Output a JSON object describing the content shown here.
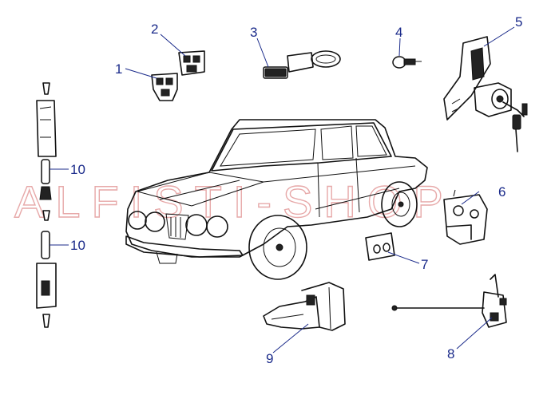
{
  "watermark": "ALFISTI-SHOP",
  "colors": {
    "callout": "#1a2a8a",
    "watermark": "#e7a9a9",
    "ink": "#111111"
  },
  "callouts": [
    {
      "id": "1",
      "label": "1"
    },
    {
      "id": "2",
      "label": "2"
    },
    {
      "id": "3",
      "label": "3"
    },
    {
      "id": "4",
      "label": "4"
    },
    {
      "id": "5",
      "label": "5"
    },
    {
      "id": "6",
      "label": "6"
    },
    {
      "id": "7",
      "label": "7"
    },
    {
      "id": "8",
      "label": "8"
    },
    {
      "id": "9",
      "label": "9"
    },
    {
      "id": "10a",
      "label": "10"
    },
    {
      "id": "10b",
      "label": "10"
    }
  ]
}
